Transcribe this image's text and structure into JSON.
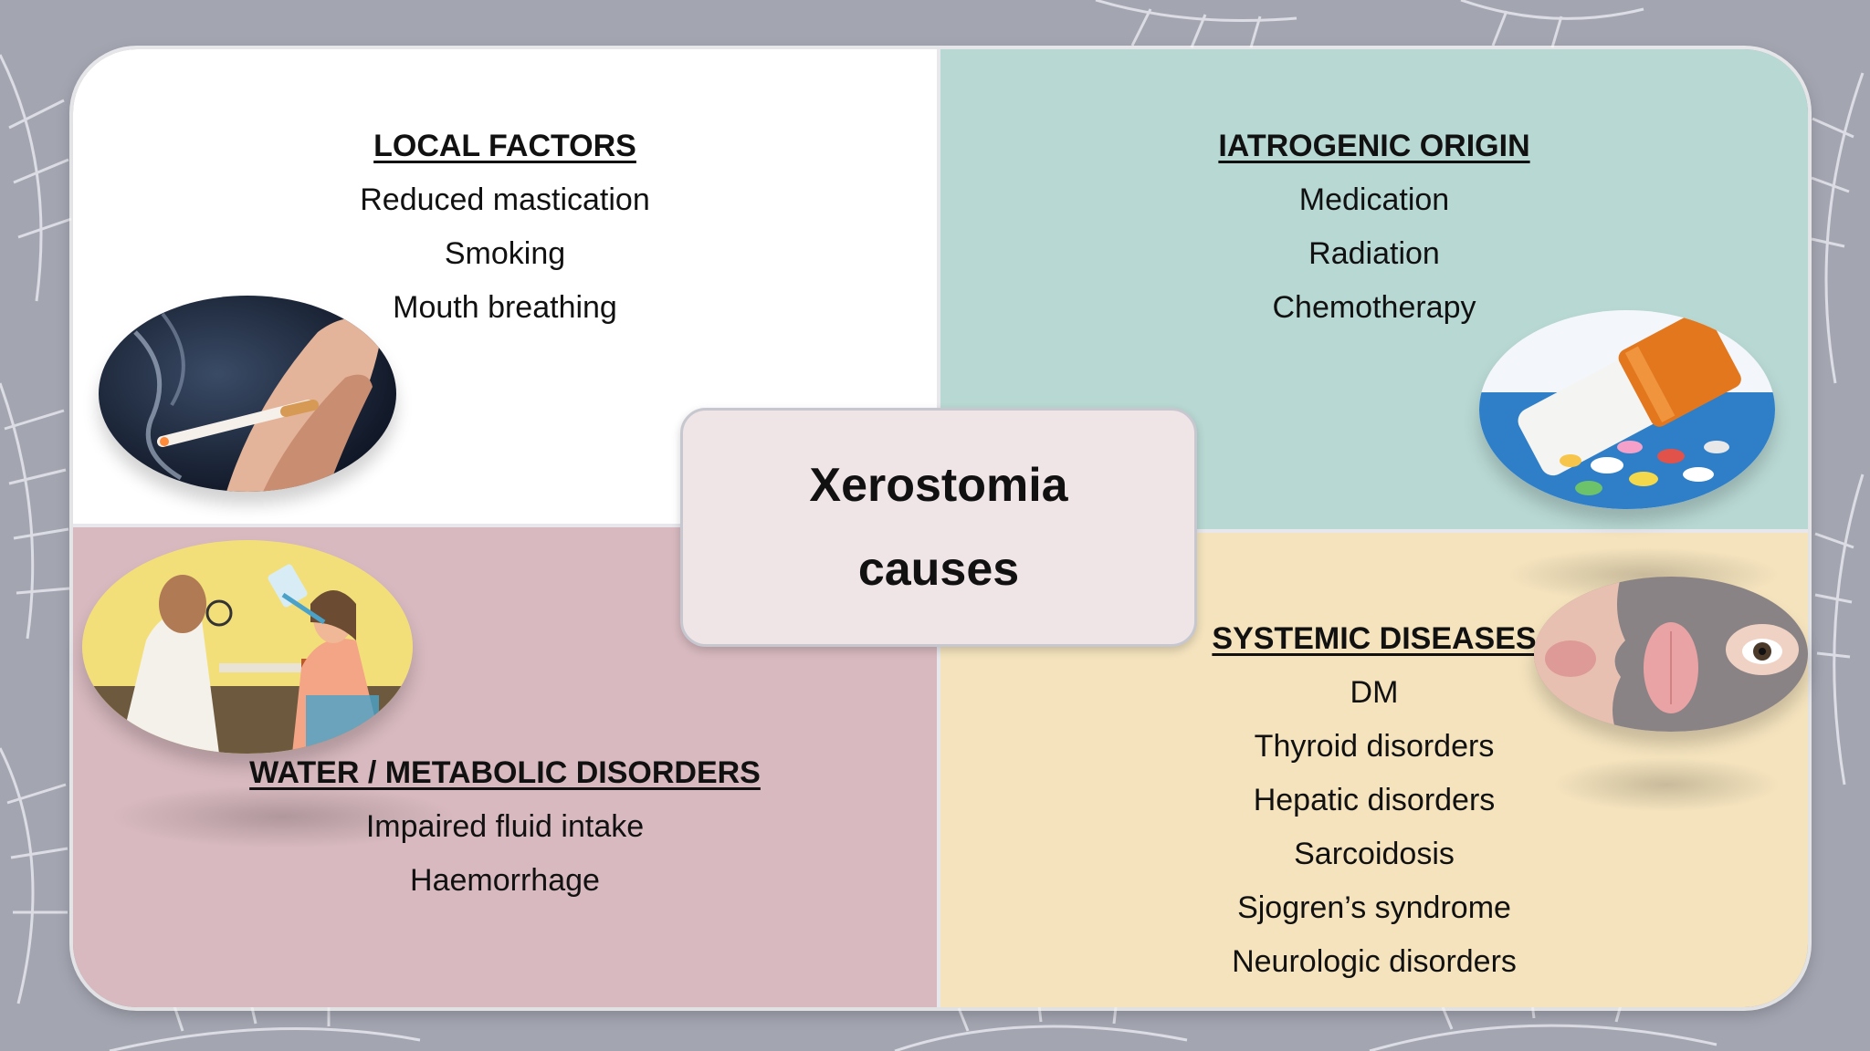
{
  "slide": {
    "center": {
      "line1": "Xerostomia",
      "line2": "causes"
    },
    "local_factors": {
      "heading": "LOCAL FACTORS",
      "items": [
        "Reduced mastication",
        "Smoking",
        "Mouth breathing"
      ]
    },
    "iatrogenic_origin": {
      "heading": "IATROGENIC ORIGIN",
      "items": [
        "Medication",
        "Radiation",
        "Chemotherapy"
      ]
    },
    "water_metabolic": {
      "heading": "WATER / METABOLIC DISORDERS",
      "items": [
        "Impaired fluid intake",
        "Haemorrhage"
      ]
    },
    "systemic_diseases": {
      "heading": "SYSTEMIC DISEASES",
      "items": [
        "DM",
        "Thyroid disorders",
        "Hepatic disorders",
        "Sarcoidosis",
        "Sjogren’s syndrome",
        "Neurologic disorders"
      ]
    }
  },
  "images": [
    "smoking-cigarette-image",
    "pills-bottle-image",
    "drinking-water-cartoon-image",
    "face-tongue-eye-image"
  ],
  "colors": {
    "background": "#a3a5b1",
    "local_factors_bg": "#ffffff",
    "iatrogenic_bg": "#b8d8d3",
    "water_metabolic_bg": "#d7b9bf",
    "systemic_bg": "#f4e3bd",
    "center_box_bg": "#efe5e7"
  }
}
